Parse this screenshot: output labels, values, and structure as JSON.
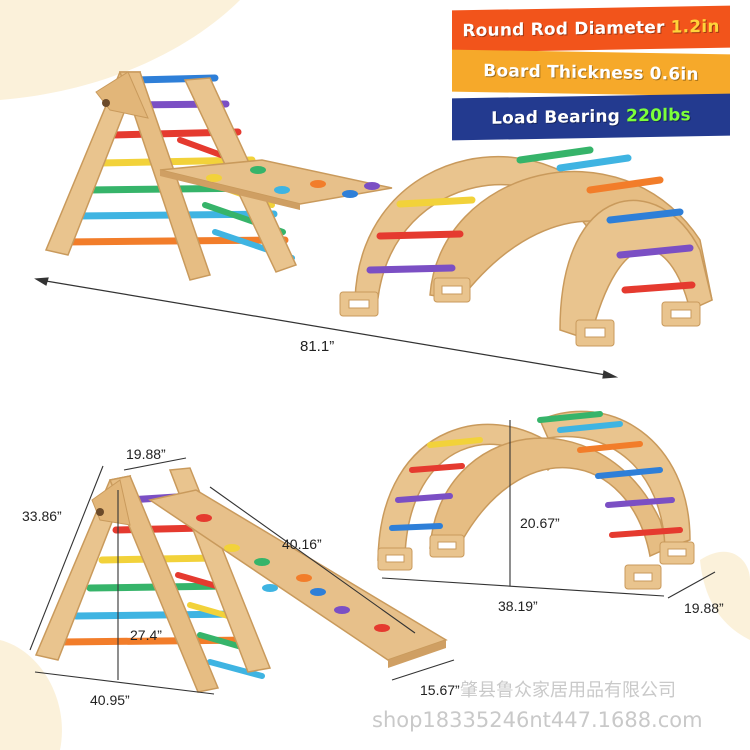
{
  "spec_banners": [
    {
      "label": "Round Rod Diameter",
      "value": "1.2in",
      "bg": "#f2541b",
      "value_color": "#ffd43a"
    },
    {
      "label": "Board Thickness",
      "value": "0.6in",
      "bg": "#f6a92a",
      "value_color": "#ffffff"
    },
    {
      "label": "Load Bearing",
      "value": "220lbs",
      "bg": "#233a8f",
      "value_color": "#7cff3a"
    }
  ],
  "dimensions": {
    "total_length": "81.1”",
    "triangle_width": "19.88”",
    "triangle_height": "33.86”",
    "ramp_length": "40.16”",
    "inner_height": "27.4”",
    "triangle_depth": "40.95”",
    "ramp_width": "15.67”",
    "arch_height": "20.67”",
    "arch_length": "38.19”",
    "arch_width": "19.88”"
  },
  "watermark": {
    "company": "肇县鲁众家居用品有限公司",
    "shop": "shop18335246nt447.1688.com"
  },
  "colors": {
    "wood": "#e9c48e",
    "wood_edge": "#c99a5c",
    "rods": [
      "#2e7fd8",
      "#7b4fc4",
      "#e53a2f",
      "#f2d23a",
      "#36b46a",
      "#3fb4e2",
      "#f27d2a"
    ],
    "background_blob": "#fbf1da"
  }
}
